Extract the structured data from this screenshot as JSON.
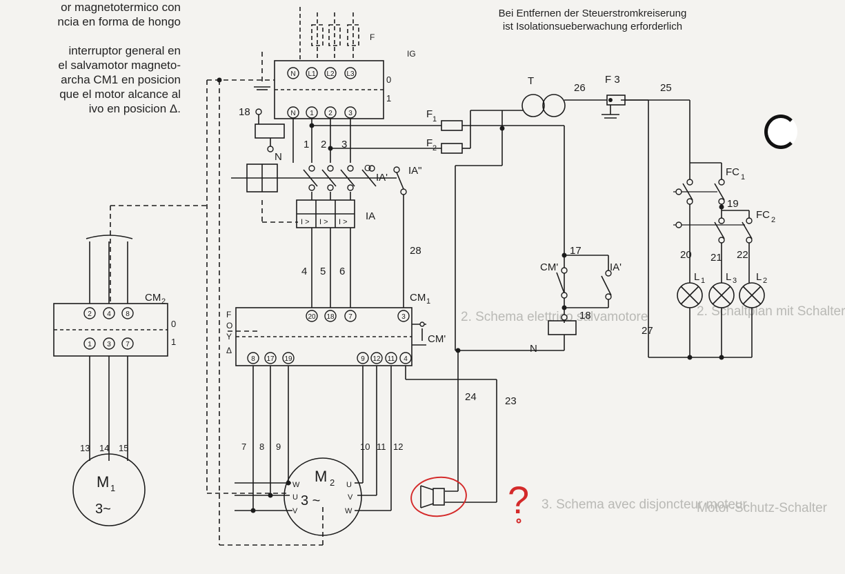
{
  "left_text": [
    "or magnetotermico con",
    "ncia en forma de hongo",
    "",
    "interruptor general en",
    "el salvamotor magneto-",
    "archa CM1 en posicion",
    "que el motor alcance al",
    "ivo en posicion Δ."
  ],
  "right_text": [
    "Bei Entfernen der Steuerstromkreiserung",
    "ist Isolationsueberwachung erforderlich"
  ],
  "ghost_headings": [
    "2. Schaltplan mit Schalter",
    "Motor-Schutz-Schalter",
    "3. Schema avec disjoncteur moteur",
    "2. Schema elettrico salvamotore"
  ],
  "labels": {
    "F": "F",
    "IG": "IG",
    "IG_0": "0",
    "IG_1": "1",
    "T": "T",
    "F3": "F 3",
    "w26": "26",
    "w25": "25",
    "F1": "F",
    "F1_sub": "1",
    "F2": "F",
    "F2_sub": "2",
    "w18": "18",
    "N": "N",
    "w1": "1",
    "w2": "2",
    "w3": "3",
    "O": "O",
    "IA1": "IA'",
    "IA2": "IA\"",
    "IA": "IA",
    "w28": "28",
    "w4": "4",
    "w5": "5",
    "w6": "6",
    "CM1": "CM",
    "CM1_sub": "1",
    "FOYD": [
      "F",
      "O",
      "Y",
      "Δ"
    ],
    "CMp": "CM'",
    "CMp2": "CM'",
    "IAp": "IA'",
    "w17": "17",
    "w18b": "18",
    "N2": "N",
    "w24": "24",
    "w23": "23",
    "w27": "27",
    "FC1": "FC",
    "FC1_sub": "1",
    "w19": "19",
    "FC2": "FC",
    "FC2_sub": "2",
    "w20": "20",
    "w21": "21",
    "w22": "22",
    "L1": "L",
    "L1_sub": "1",
    "L3": "L",
    "L3_sub": "3",
    "L2": "L",
    "L2_sub": "2",
    "CM2": "CM",
    "CM2_sub": "2",
    "CM2_0": "0",
    "CM2_1": "1",
    "w7": "7",
    "w8": "8",
    "w9": "9",
    "w10": "10",
    "w11": "11",
    "w12": "12",
    "w13": "13",
    "w14": "14",
    "w15": "15",
    "M1": "M",
    "M1_sub": "1",
    "M1_3ph": "3~",
    "M2": "M",
    "M2_sub": "2",
    "M2_3ph": "3 ~",
    "M2_W2": "W",
    "M2_U2": "U",
    "M2_V2": "V",
    "M2_U1": "U",
    "M2_V1": "V",
    "M2_W1": "W",
    "question": "?"
  },
  "terminals": {
    "ig_top": [
      "N",
      "L1",
      "L2",
      "L3"
    ],
    "ig_bottom": [
      "N",
      "1",
      "2",
      "3"
    ],
    "cm1_top": [
      "20",
      "18",
      "7",
      "3"
    ],
    "cm1_bottom_left": [
      "8",
      "17",
      "19"
    ],
    "cm1_bottom_right": [
      "9",
      "12",
      "11",
      "4"
    ],
    "cm2_top": [
      "2",
      "4",
      "8"
    ],
    "cm2_bottom": [
      "1",
      "3",
      "7"
    ]
  },
  "colors": {
    "ink": "#1c1c1c",
    "paper": "#f4f3f0",
    "annotation_red": "#d42a2a"
  }
}
